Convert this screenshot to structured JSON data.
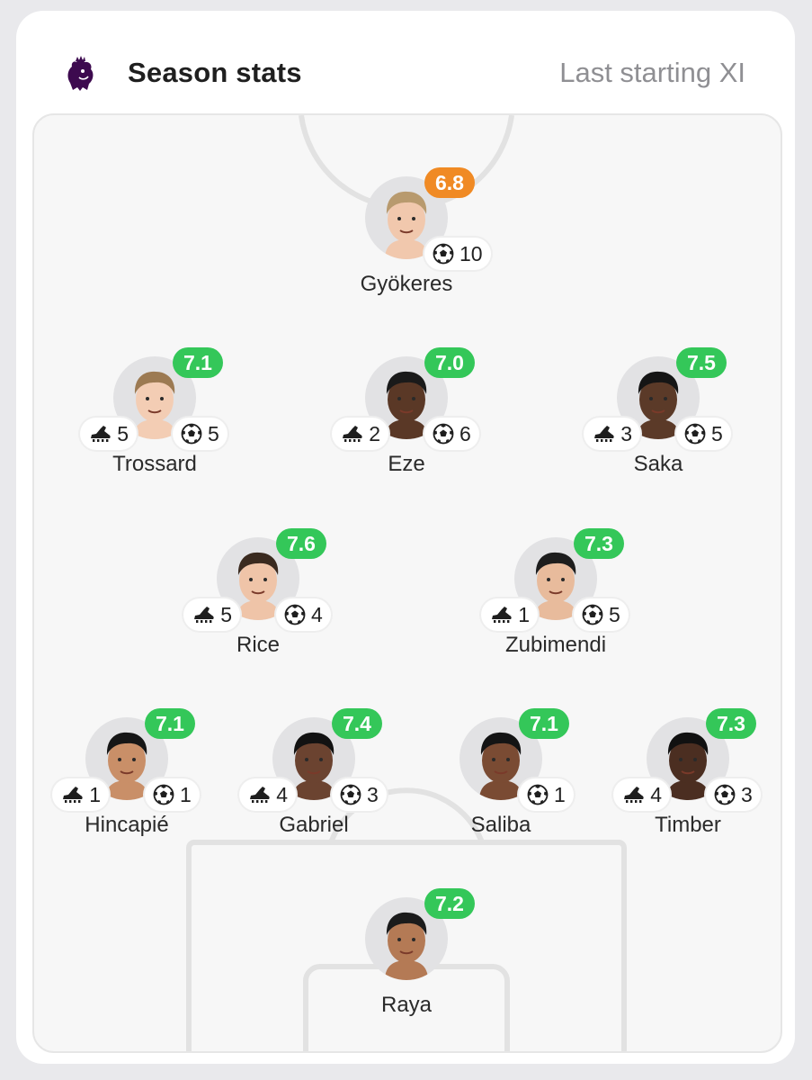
{
  "header": {
    "logo_icon": "premier-league-lion-icon",
    "title": "Season stats",
    "link": "Last starting XI"
  },
  "colors": {
    "rating_green": "#34c759",
    "rating_orange": "#f08a24",
    "brand_purple": "#3d0a4f"
  },
  "players": [
    {
      "name": "Gyökeres",
      "rating": "6.8",
      "rating_color": "orange",
      "goals": "10",
      "assists": null
    },
    {
      "name": "Trossard",
      "rating": "7.1",
      "rating_color": "green",
      "goals": "5",
      "assists": "5"
    },
    {
      "name": "Eze",
      "rating": "7.0",
      "rating_color": "green",
      "goals": "6",
      "assists": "2"
    },
    {
      "name": "Saka",
      "rating": "7.5",
      "rating_color": "green",
      "goals": "5",
      "assists": "3"
    },
    {
      "name": "Rice",
      "rating": "7.6",
      "rating_color": "green",
      "goals": "4",
      "assists": "5"
    },
    {
      "name": "Zubimendi",
      "rating": "7.3",
      "rating_color": "green",
      "goals": "5",
      "assists": "1"
    },
    {
      "name": "Hincapié",
      "rating": "7.1",
      "rating_color": "green",
      "goals": "1",
      "assists": "1"
    },
    {
      "name": "Gabriel",
      "rating": "7.4",
      "rating_color": "green",
      "goals": "3",
      "assists": "4"
    },
    {
      "name": "Saliba",
      "rating": "7.1",
      "rating_color": "green",
      "goals": "1",
      "assists": null
    },
    {
      "name": "Timber",
      "rating": "7.3",
      "rating_color": "green",
      "goals": "3",
      "assists": "4"
    },
    {
      "name": "Raya",
      "rating": "7.2",
      "rating_color": "green",
      "goals": null,
      "assists": null
    }
  ],
  "icons": {
    "goals": "football-icon",
    "assists": "boot-icon"
  }
}
